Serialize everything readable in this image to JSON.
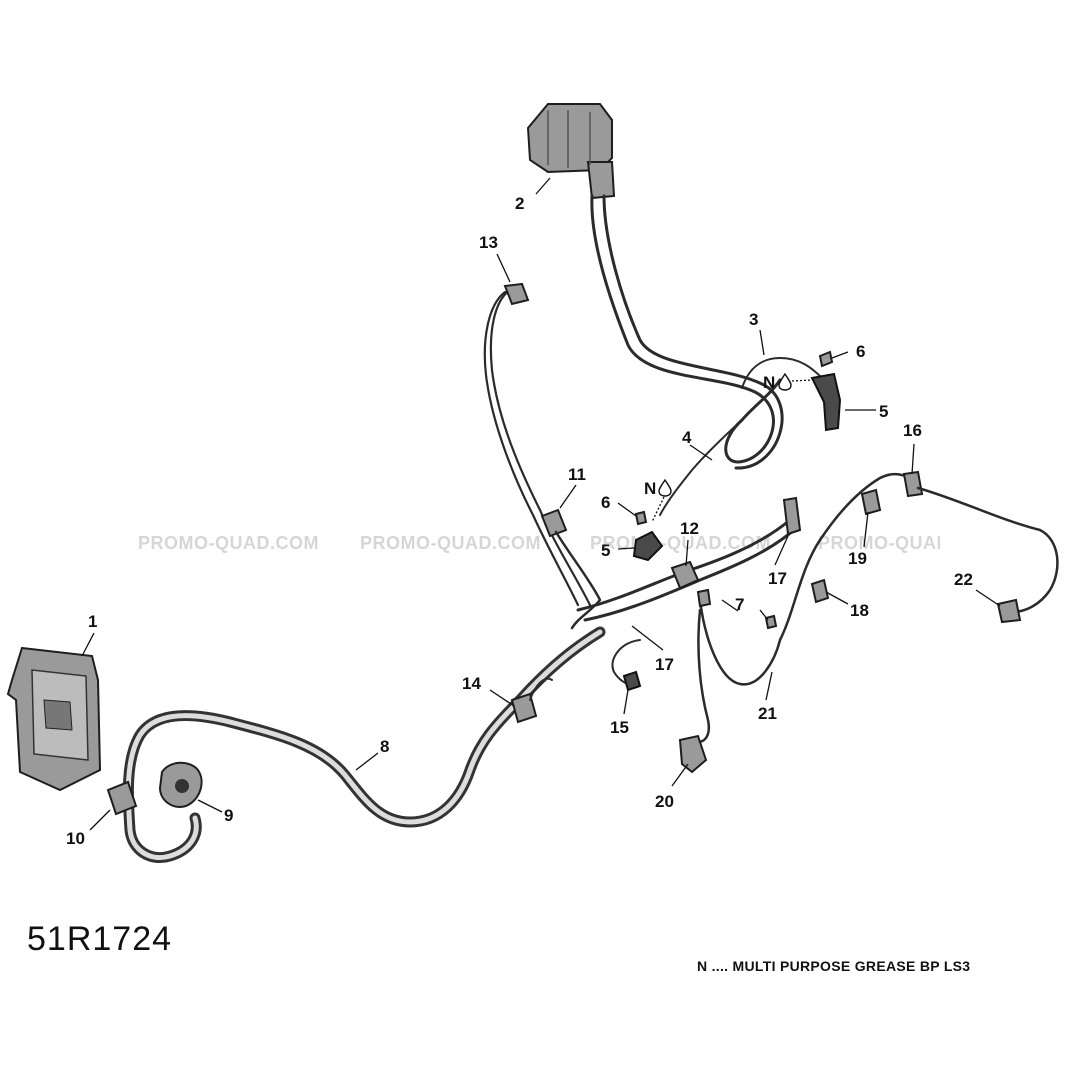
{
  "diagram_code": "51R1724",
  "note": "N .... MULTI PURPOSE GREASE BP LS3",
  "watermark": "PROMO-QUAD.COM",
  "labels": {
    "l1": "1",
    "l2": "2",
    "l3": "3",
    "l4": "4",
    "l5a": "5",
    "l5b": "5",
    "l6a": "6",
    "l6b": "6",
    "l7": "7",
    "l8": "8",
    "l9": "9",
    "l10": "10",
    "l11": "11",
    "l12": "12",
    "l13": "13",
    "l14": "14",
    "l15": "15",
    "l16": "16",
    "l17a": "17",
    "l17b": "17",
    "l18": "18",
    "l19": "19",
    "l20": "20",
    "l21": "21",
    "l22": "22",
    "nA": "N",
    "nB": "N"
  },
  "colors": {
    "line": "#2b2b2b",
    "part": "#9a9a9a",
    "watermark": "#d6d6d6"
  }
}
